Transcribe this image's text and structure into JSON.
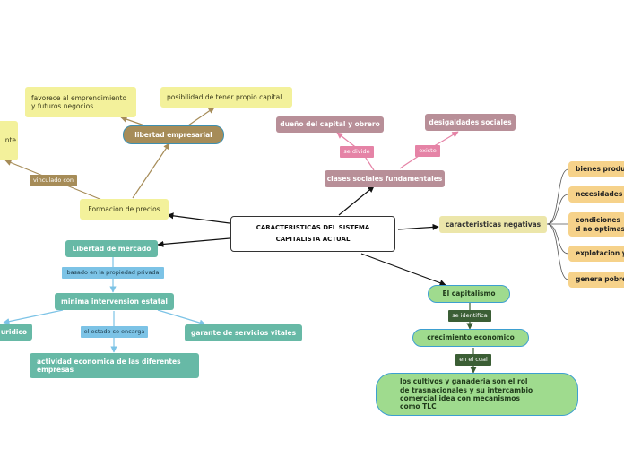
{
  "center": {
    "title": "CARACTERISTICAS DEL SISTEMA CAPITALISTA ACTUAL"
  },
  "left": {
    "formacion": "Formacion de precios",
    "vinculado": "vinculado con",
    "cut_left": "nte",
    "libertad_empresarial": "libertad empresarial",
    "favorece": "favorece al emprendimiento y futuros negocios",
    "posibilidad": "posibilidad de tener propio capital",
    "libertad_mercado": "Libertad de mercado",
    "basado": "basado en la propiedad privada",
    "minima": "minima intervension estatal",
    "juridico": "uridico",
    "estado_encarga": "el estado se encarga",
    "actividad": "actividad economica de las diferentes empresas",
    "garante": "garante de servicios vitales"
  },
  "top": {
    "clases": "clases sociales fundamentales",
    "se_divide": "se divide",
    "dueno": "dueño del capital y obrero",
    "existe": "existe",
    "desigualdades": "desigaldades sociales"
  },
  "right": {
    "negativas": "caracteristicas negativas",
    "items": [
      "bienes produ",
      "necesidades",
      "condiciones d no optimas",
      "explotacion y",
      "genera pobre"
    ]
  },
  "bottom": {
    "capitalismo": "El capitalismo",
    "se_identifica": "se identifica",
    "crecimiento": "crecimiento economico",
    "en_el_cual": "en el cual",
    "cultivos": "los cultivos y ganaderia son el rol de trasnacionales y su intercambio comercial idea con mecanismos como TLC"
  }
}
